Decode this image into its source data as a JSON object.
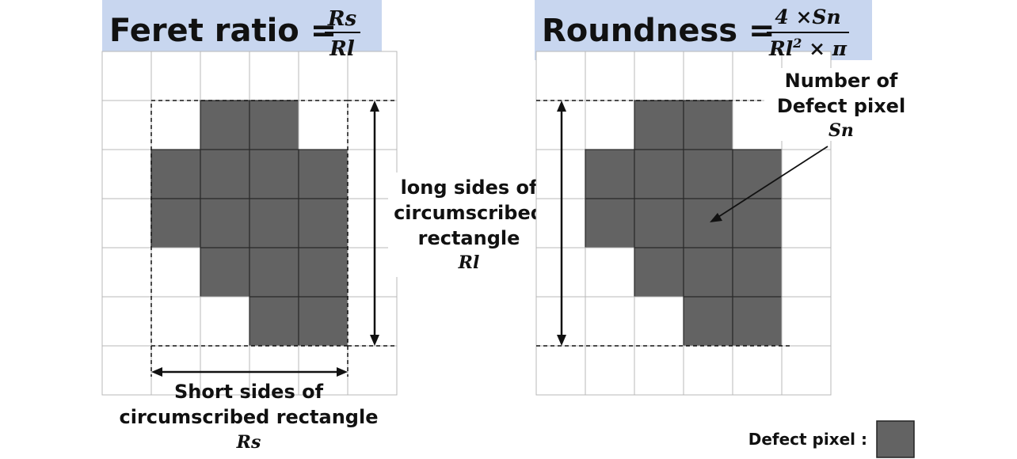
{
  "left_panel": {
    "title": "Feret ratio =",
    "numerator": "Rs",
    "denominator": "Rl",
    "short_sides_label_line1": "Short sides of",
    "short_sides_label_line2": "circumscribed rectangle",
    "short_sides_symbol": "Rs",
    "long_sides_label_line1": "long sides of",
    "long_sides_label_line2": "circumscribed",
    "long_sides_label_line3": "rectangle",
    "long_sides_symbol": "Rl",
    "grid": {
      "cols": 6,
      "rows": 7
    },
    "defect_cells": [
      [
        2,
        1
      ],
      [
        3,
        1
      ],
      [
        1,
        2
      ],
      [
        2,
        2
      ],
      [
        3,
        2
      ],
      [
        4,
        2
      ],
      [
        1,
        3
      ],
      [
        2,
        3
      ],
      [
        3,
        3
      ],
      [
        4,
        3
      ],
      [
        2,
        4
      ],
      [
        3,
        4
      ],
      [
        4,
        4
      ],
      [
        3,
        5
      ],
      [
        4,
        5
      ]
    ]
  },
  "right_panel": {
    "title": "Roundness =",
    "numerator": "4 ×Sn",
    "denominator_base": "Rl",
    "denominator_exp": "2",
    "denominator_rest": " × π",
    "sn_label_line1": "Number of",
    "sn_label_line2": "Defect pixel",
    "sn_symbol": "Sn",
    "grid": {
      "cols": 6,
      "rows": 7
    },
    "defect_cells": [
      [
        2,
        1
      ],
      [
        3,
        1
      ],
      [
        1,
        2
      ],
      [
        2,
        2
      ],
      [
        3,
        2
      ],
      [
        4,
        2
      ],
      [
        1,
        3
      ],
      [
        2,
        3
      ],
      [
        3,
        3
      ],
      [
        4,
        3
      ],
      [
        2,
        4
      ],
      [
        3,
        4
      ],
      [
        4,
        4
      ],
      [
        3,
        5
      ],
      [
        4,
        5
      ]
    ]
  },
  "legend": {
    "label": "Defect pixel :"
  },
  "colors": {
    "title_band": "#c8d6ef",
    "defect": "#636363",
    "grid_line": "#b9b9b9"
  }
}
